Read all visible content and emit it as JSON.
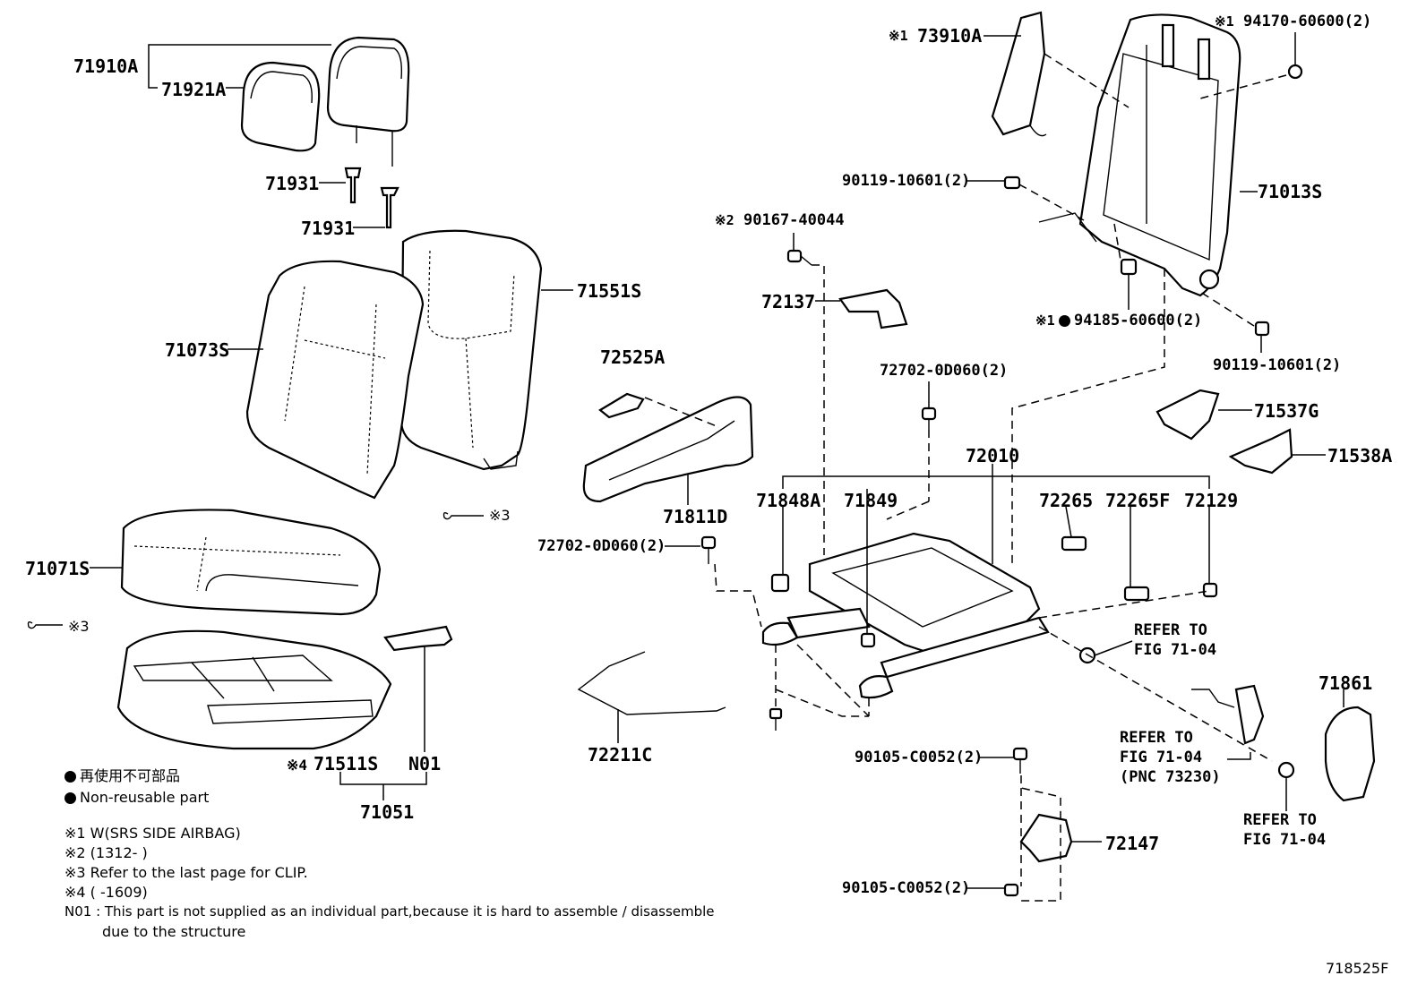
{
  "labels": {
    "p71910A": "71910A",
    "p71921A": "71921A",
    "p71931a": "71931",
    "p71931b": "71931",
    "p71551S": "71551S",
    "p71073S": "71073S",
    "p71071S": "71071S",
    "p71511S": "71511S",
    "pN01": "N01",
    "p71051": "71051",
    "p72525A": "72525A",
    "p71811D": "71811D",
    "p72702a": "72702-0D060(2)",
    "p72702b": "72702-0D060(2)",
    "p72211C": "72211C",
    "p90167": "90167-40044",
    "p72137": "72137",
    "p73910A": "73910A",
    "p94170": "94170-60600(2)",
    "p90119a": "90119-10601(2)",
    "p71013S": "71013S",
    "p94185": "94185-60600(2)",
    "p90119b": "90119-10601(2)",
    "p71537G": "71537G",
    "p71538A": "71538A",
    "p72010": "72010",
    "p71848A": "71848A",
    "p71849": "71849",
    "p72265": "72265",
    "p72265F": "72265F",
    "p72129": "72129",
    "p71861": "71861",
    "p90105a": "90105-C0052(2)",
    "p90105b": "90105-C0052(2)",
    "p72147": "72147",
    "refer1a": "REFER TO",
    "refer1b": "FIG 71-04",
    "refer2a": "REFER TO",
    "refer2b": "FIG 71-04",
    "refer2c": "(PNC 73230)",
    "refer3a": "REFER TO",
    "refer3b": "FIG 71-04",
    "clip3a": "※3",
    "clip3b": "※3",
    "mark1a": "※1",
    "mark1b": "※1",
    "mark1c": "※1",
    "mark2": "※2",
    "mark4": "※4"
  },
  "legend": {
    "non_reusable_jp": "再使用不可部品",
    "non_reusable_en": "Non-reusable part"
  },
  "notes": {
    "n1": "※1 W(SRS  SIDE  AIRBAG)",
    "n2": "※2 (1312-      )",
    "n3": "※3 Refer to the last page for CLIP.",
    "n4": "※4 (      -1609)",
    "n5": "N01 : This part is not supplied as an individual part,because it is hard to assemble / disassemble",
    "n6": "due to the structure"
  },
  "figure_id": "718525F"
}
